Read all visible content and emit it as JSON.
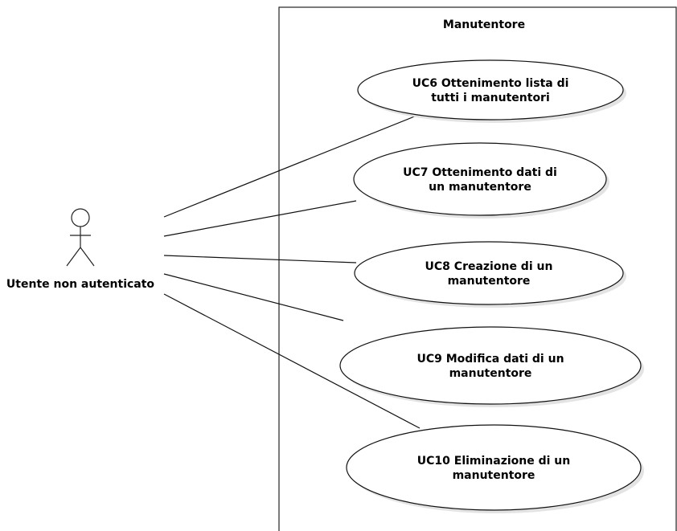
{
  "boundary": {
    "title": "Manutentore"
  },
  "actor": {
    "name": "Utente non autenticato",
    "icon": "stick-figure-icon"
  },
  "use_cases": [
    {
      "id": "uc6",
      "line1": "UC6 Ottenimento lista di",
      "line2": "tutti i manutentori"
    },
    {
      "id": "uc7",
      "line1": "UC7 Ottenimento dati di",
      "line2": "un manutentore"
    },
    {
      "id": "uc8",
      "line1": "UC8 Creazione di un",
      "line2": "manutentore"
    },
    {
      "id": "uc9",
      "line1": "UC9 Modifica dati di un",
      "line2": "manutentore"
    },
    {
      "id": "uc10",
      "line1": "UC10 Eliminazione di un",
      "line2": "manutentore"
    }
  ],
  "colors": {
    "stroke": "#111111",
    "shadow": "#e3e3e3",
    "fill": "#ffffff"
  }
}
